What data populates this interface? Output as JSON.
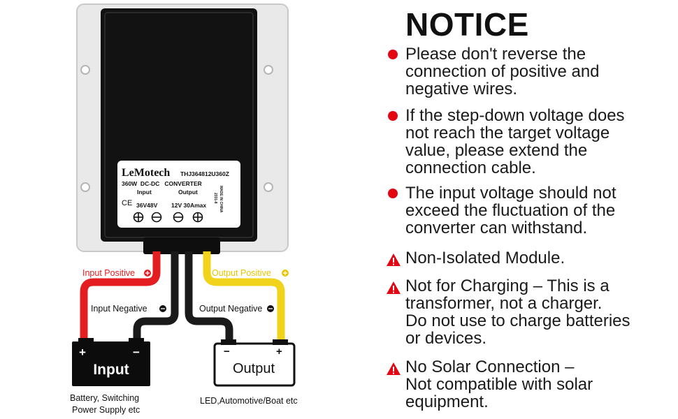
{
  "device": {
    "brand": "LeMotech",
    "model": "THJ364812U360Z",
    "spec": "360W  DC-DC   CONVERTER",
    "input_label": "Input",
    "output_label": "Output",
    "input_voltage": "36V48V",
    "output_rating": "12V 30Amax",
    "ce_mark": "CE",
    "side_text_1": "2331-8",
    "side_text_2": "MADE IN CHINA"
  },
  "wiring": {
    "input_positive": "Input Positive",
    "input_negative": "Input Negative",
    "output_positive": "Output Positive",
    "output_negative": "Output Negative",
    "input_box_label": "Input",
    "output_box_label": "Output",
    "input_caption_1": "Battery, Switching",
    "input_caption_2": "Power Supply etc",
    "output_caption": "LED,Automotive/Boat etc",
    "plus": "+",
    "minus": "−",
    "colors": {
      "positive_wire": "#e41e20",
      "negative_wire": "#1a1a1a",
      "output_wire": "#f2d31b"
    }
  },
  "notice": {
    "title": "NOTICE",
    "items": [
      {
        "icon": "red-dot-icon",
        "text": "Please don't reverse the\nconnection of positive and\nnegative wires."
      },
      {
        "icon": "red-dot-icon",
        "text": "If the step-down voltage  does\nnot reach the target voltage\nvalue, please extend the\nconnection cable."
      },
      {
        "icon": "red-dot-icon",
        "text": "The input voltage should  not\nexceed the fluctuation of the\nconverter can withstand."
      },
      {
        "icon": "warning-icon",
        "text": "Non-Isolated Module."
      },
      {
        "icon": "warning-icon",
        "text": "Not for Charging – This is a\ntransformer, not a charger.\nDo not use to charge batteries\nor devices."
      },
      {
        "icon": "warning-icon",
        "text": "No Solar Connection –\nNot compatible with solar\nequipment."
      }
    ]
  }
}
